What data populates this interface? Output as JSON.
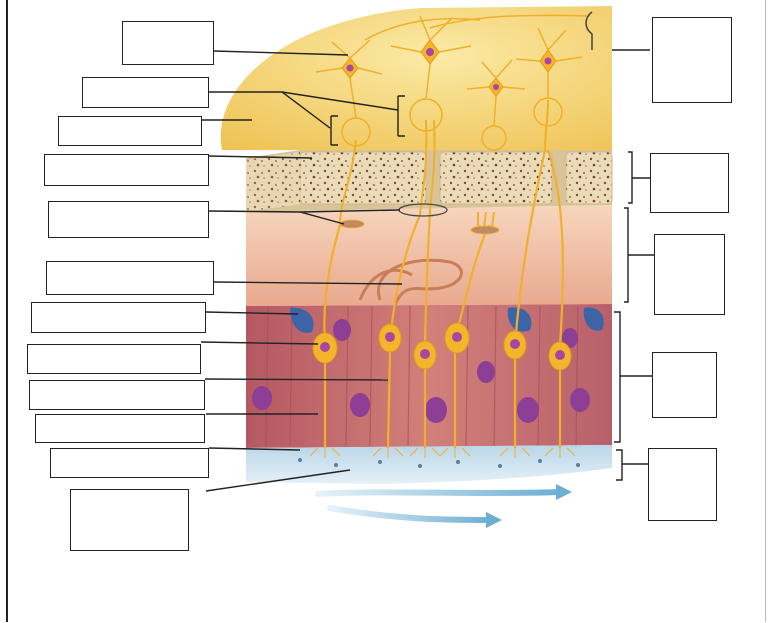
{
  "diagram": {
    "subject": "olfactory-epithelium-and-bulb",
    "left_labels": [
      {
        "id": "L1",
        "text": ""
      },
      {
        "id": "L2",
        "text": ""
      },
      {
        "id": "L3",
        "text": ""
      },
      {
        "id": "L4",
        "text": ""
      },
      {
        "id": "L5",
        "text": ""
      },
      {
        "id": "L6",
        "text": ""
      },
      {
        "id": "L7",
        "text": ""
      },
      {
        "id": "L8",
        "text": ""
      },
      {
        "id": "L9",
        "text": ""
      },
      {
        "id": "L10",
        "text": ""
      },
      {
        "id": "L11",
        "text": ""
      },
      {
        "id": "L12",
        "text": ""
      }
    ],
    "right_labels": [
      {
        "id": "R1",
        "text": ""
      },
      {
        "id": "R2",
        "text": ""
      },
      {
        "id": "R3",
        "text": ""
      },
      {
        "id": "R4",
        "text": ""
      },
      {
        "id": "R5",
        "text": ""
      }
    ],
    "colors": {
      "bulb": "#f6d77a",
      "bone": "#e9d9b4",
      "lamina": "#f1c2a4",
      "epithelium": "#c9706f",
      "neuron": "#f2b233",
      "nucleus": "#a8479f",
      "supporting_cell": "#3e64a8",
      "mucus": "#9fc3dc",
      "airflow_arrow": "#7fb8d8"
    }
  }
}
